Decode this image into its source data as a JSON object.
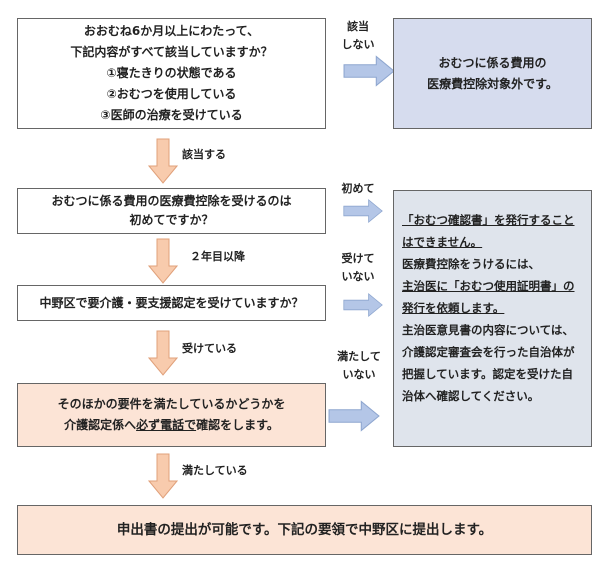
{
  "q1": {
    "lines": [
      "おおむね6か月以上にわたって、",
      "下記内容がすべて該当していますか？",
      "①寝たきりの状態である",
      "②おむつを使用している",
      "③医師の治療を受けている"
    ]
  },
  "q1_no": {
    "label_lines": [
      "該当",
      "しない"
    ],
    "result_lines": [
      "おむつに係る費用の",
      "医療費控除対象外です。"
    ]
  },
  "q1_yes": "該当する",
  "q2": {
    "lines": [
      "おむつに係る費用の医療費控除を受けるのは",
      "初めてですか？"
    ]
  },
  "q2_first": "初めて",
  "q2_later": "２年目以降",
  "q3": {
    "text": "中野区で要介護・要支援認定を受けていますか？"
  },
  "q3_no": [
    "受けて",
    "いない"
  ],
  "q3_yes": "受けている",
  "q4": {
    "line1": "そのほかの要件を満たしているかどうかを",
    "line2_a": "介護認定係へ",
    "line2_b": "必ず電話で",
    "line2_c": "確認をします。"
  },
  "q4_no": [
    "満たして",
    "いない"
  ],
  "q4_yes": "満たしている",
  "note": {
    "p1": "「おむつ確認書」を発行することはできません。",
    "p2a": "医療費控除をうけるには、",
    "p2b": "主治医に「おむつ使用証明書」の発行を依頼します。",
    "p3": "主治医意見書の内容については、介護認定審査会を行った自治体が把握しています。認定を受けた自治体へ確認してください。"
  },
  "final": "申出書の提出が可能です。下記の要領で中野区に提出します。",
  "colors": {
    "orange": "#fce4d6",
    "blue": "#d6dcee",
    "arrow_blue": "#b4c6e7",
    "arrow_orange": "#f8cbad"
  }
}
